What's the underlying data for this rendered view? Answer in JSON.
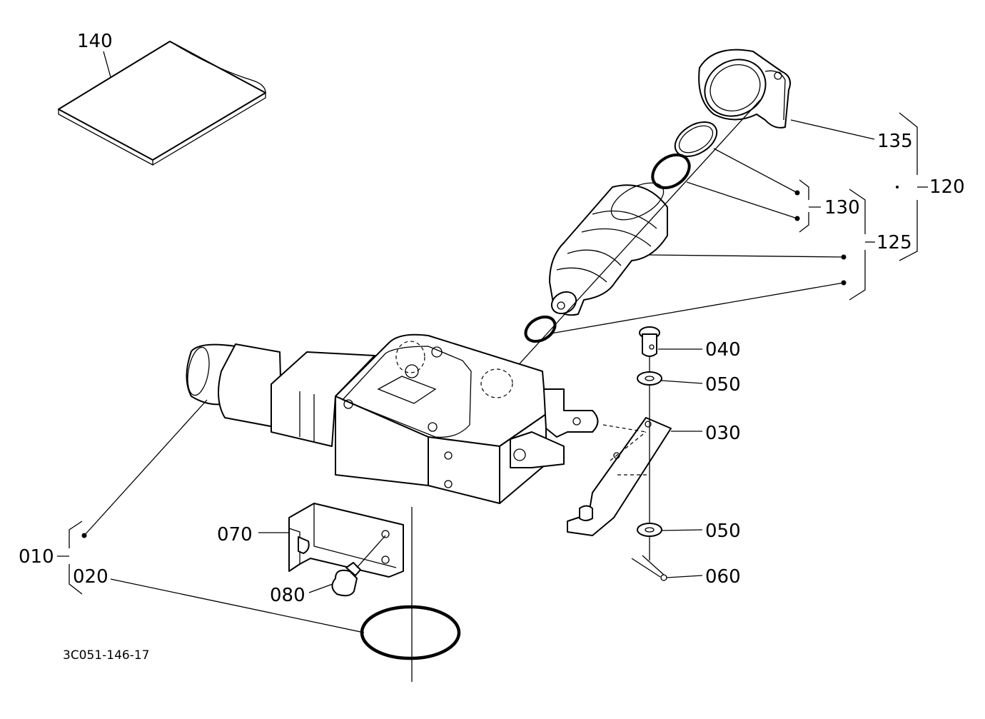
{
  "diagram": {
    "drawing_code": "3C051-146-17",
    "callouts": [
      {
        "id": "140",
        "label": "140"
      },
      {
        "id": "135",
        "label": "135"
      },
      {
        "id": "120",
        "label": "120"
      },
      {
        "id": "130",
        "label": "130"
      },
      {
        "id": "125",
        "label": "125"
      },
      {
        "id": "040",
        "label": "040"
      },
      {
        "id": "050a",
        "label": "050"
      },
      {
        "id": "030",
        "label": "030"
      },
      {
        "id": "070",
        "label": "070"
      },
      {
        "id": "050b",
        "label": "050"
      },
      {
        "id": "010",
        "label": "010"
      },
      {
        "id": "020",
        "label": "020"
      },
      {
        "id": "080",
        "label": "080"
      },
      {
        "id": "060",
        "label": "060"
      }
    ]
  }
}
